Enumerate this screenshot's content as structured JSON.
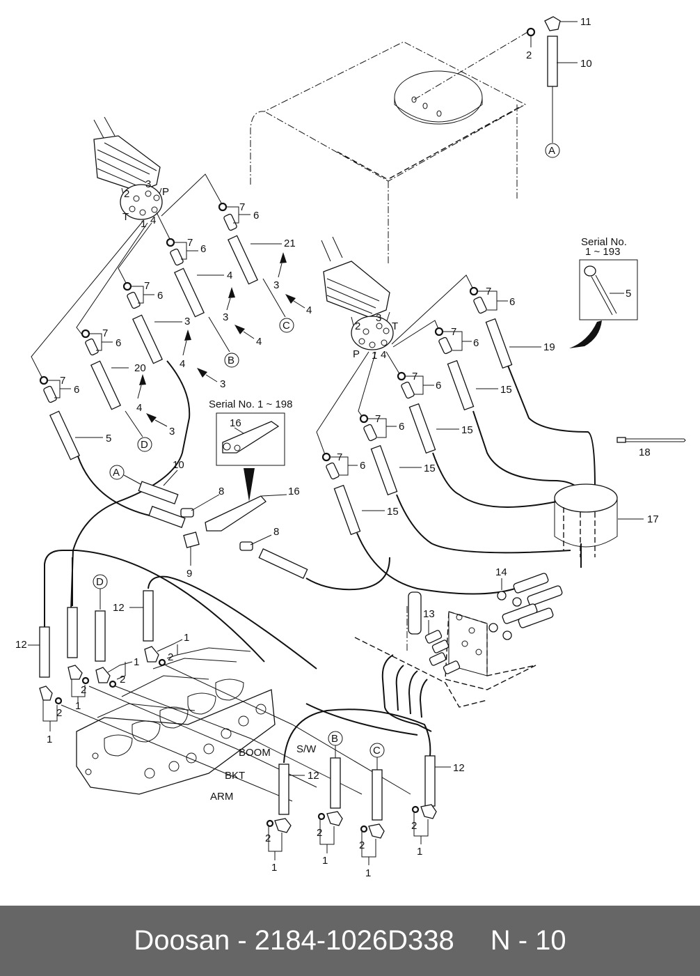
{
  "diagram": {
    "title": "Pilot piping parts diagram",
    "inset_top_right": {
      "title_line1": "Serial No.",
      "title_line2": "1 ~ 193",
      "part": "5"
    },
    "inset_center": {
      "title": "Serial No. 1 ~ 198",
      "part": "16"
    },
    "function_labels": {
      "boom": "BOOM",
      "sw": "S/W",
      "bkt": "BKT",
      "arm": "ARM"
    },
    "port_labels_left": {
      "p1": "1",
      "p2": "2",
      "p3": "3",
      "p4": "4",
      "pP": "P",
      "pT": "T"
    },
    "port_labels_right": {
      "p1": "1",
      "p2": "2",
      "p3": "3",
      "p4": "4",
      "pP": "P",
      "pT": "T"
    },
    "connectors": {
      "A": "A",
      "B": "B",
      "C": "C",
      "D": "D"
    },
    "callouts": {
      "c1": "1",
      "c2": "2",
      "c3": "3",
      "c4": "4",
      "c5": "5",
      "c6": "6",
      "c7": "7",
      "c8": "8",
      "c9": "9",
      "c10": "10",
      "c11": "11",
      "c12": "12",
      "c13": "13",
      "c14": "14",
      "c15": "15",
      "c16": "16",
      "c17": "17",
      "c18": "18",
      "c19": "19",
      "c20": "20",
      "c21": "21"
    }
  },
  "footer": {
    "brand": "Doosan",
    "separator": "-",
    "part_number": "2184-1026D338",
    "page_ref": "N - 10"
  }
}
